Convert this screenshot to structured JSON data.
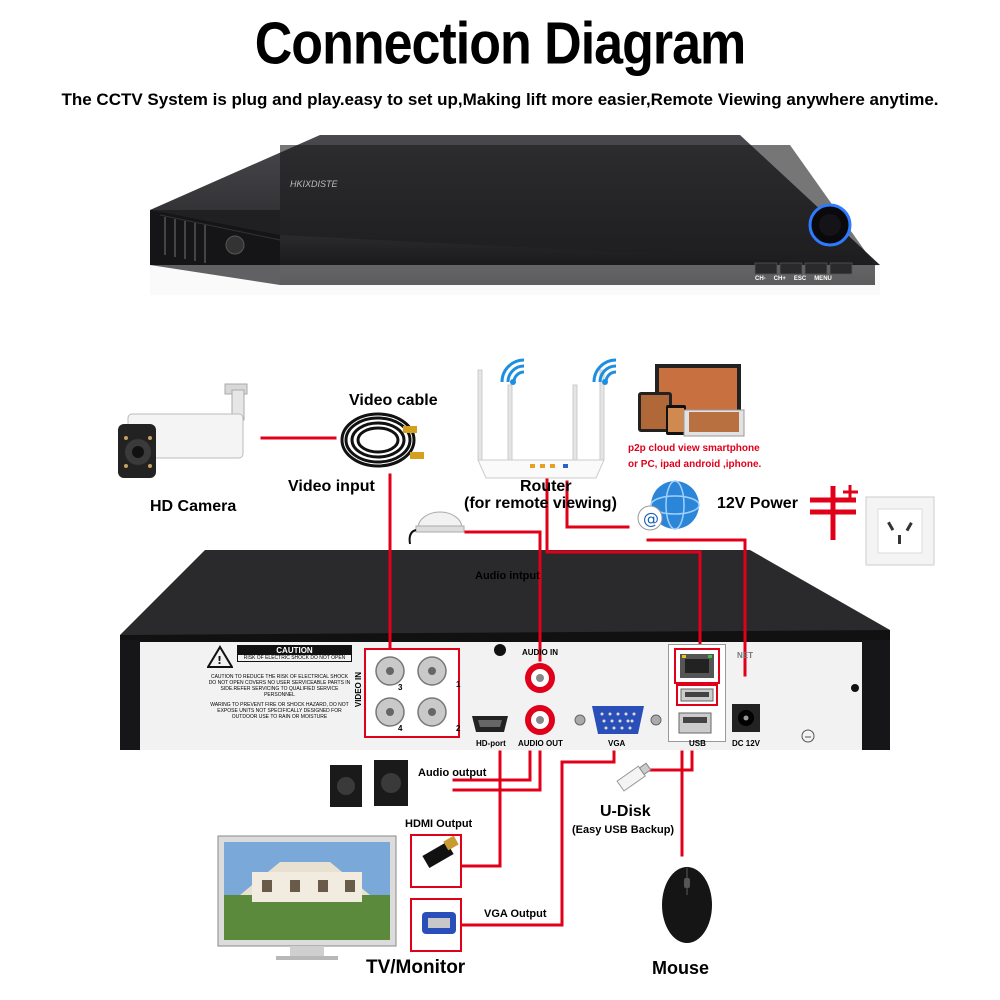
{
  "title": "Connection Diagram",
  "subtitle": "The CCTV System is plug and play.easy to set up,Making lift more easier,Remote Viewing anywhere anytime.",
  "dvr": {
    "brand": "HKIXDISTE",
    "front_buttons": [
      "CH-",
      "CH+",
      "ESC",
      "MENU"
    ]
  },
  "labels": {
    "hd_camera": "HD Camera",
    "video_cable": "Video cable",
    "video_input": "Video input",
    "router": "Router",
    "router_sub": "(for remote viewing)",
    "p2p_line1": "p2p cloud  view smartphone",
    "p2p_line2": "or PC, ipad android ,iphone.",
    "power": "12V Power",
    "audio_input": "Audio intput",
    "audio_output": "Audio output",
    "hdmi_output": "HDMI Output",
    "vga_output": "VGA Output",
    "udisk": "U-Disk",
    "udisk_sub": "(Easy USB Backup)",
    "tv_monitor": "TV/Monitor",
    "mouse": "Mouse"
  },
  "panel": {
    "caution_title": "CAUTION",
    "caution_sub": "RISK OF ELECTRIC SHOCK DO NOT OPEN",
    "caution_text": "CAUTION TO REDUCE THE RISK OF ELECTRICAL SHOCK DO NOT OPEN COVERS NO USER SERVICEABLE PARTS IN SIDE.REFER SERVICING TO QUALIFIED SERVICE PERSONNEL",
    "warning_text": "WARING TO PREVENT FIRE OR SHOCK HAZARD, DO NOT EXPOSE UNITS NOT SPECIFICALLY DESIGNED FOR OUTDOOR USE TO RAIN OR MOISTURE",
    "video_in": "VIDEO IN",
    "audio_in": "AUDIO IN",
    "hd_port": "HD-port",
    "audio_out": "AUDIO OUT",
    "vga": "VGA",
    "usb": "USB",
    "net": "NET",
    "dc": "DC 12V",
    "bnc_numbers": [
      "1",
      "2",
      "3",
      "4"
    ]
  },
  "colors": {
    "wire": "#e0001a",
    "dvr_body": "#1d1d1f",
    "panel": "#f2f2f2"
  }
}
